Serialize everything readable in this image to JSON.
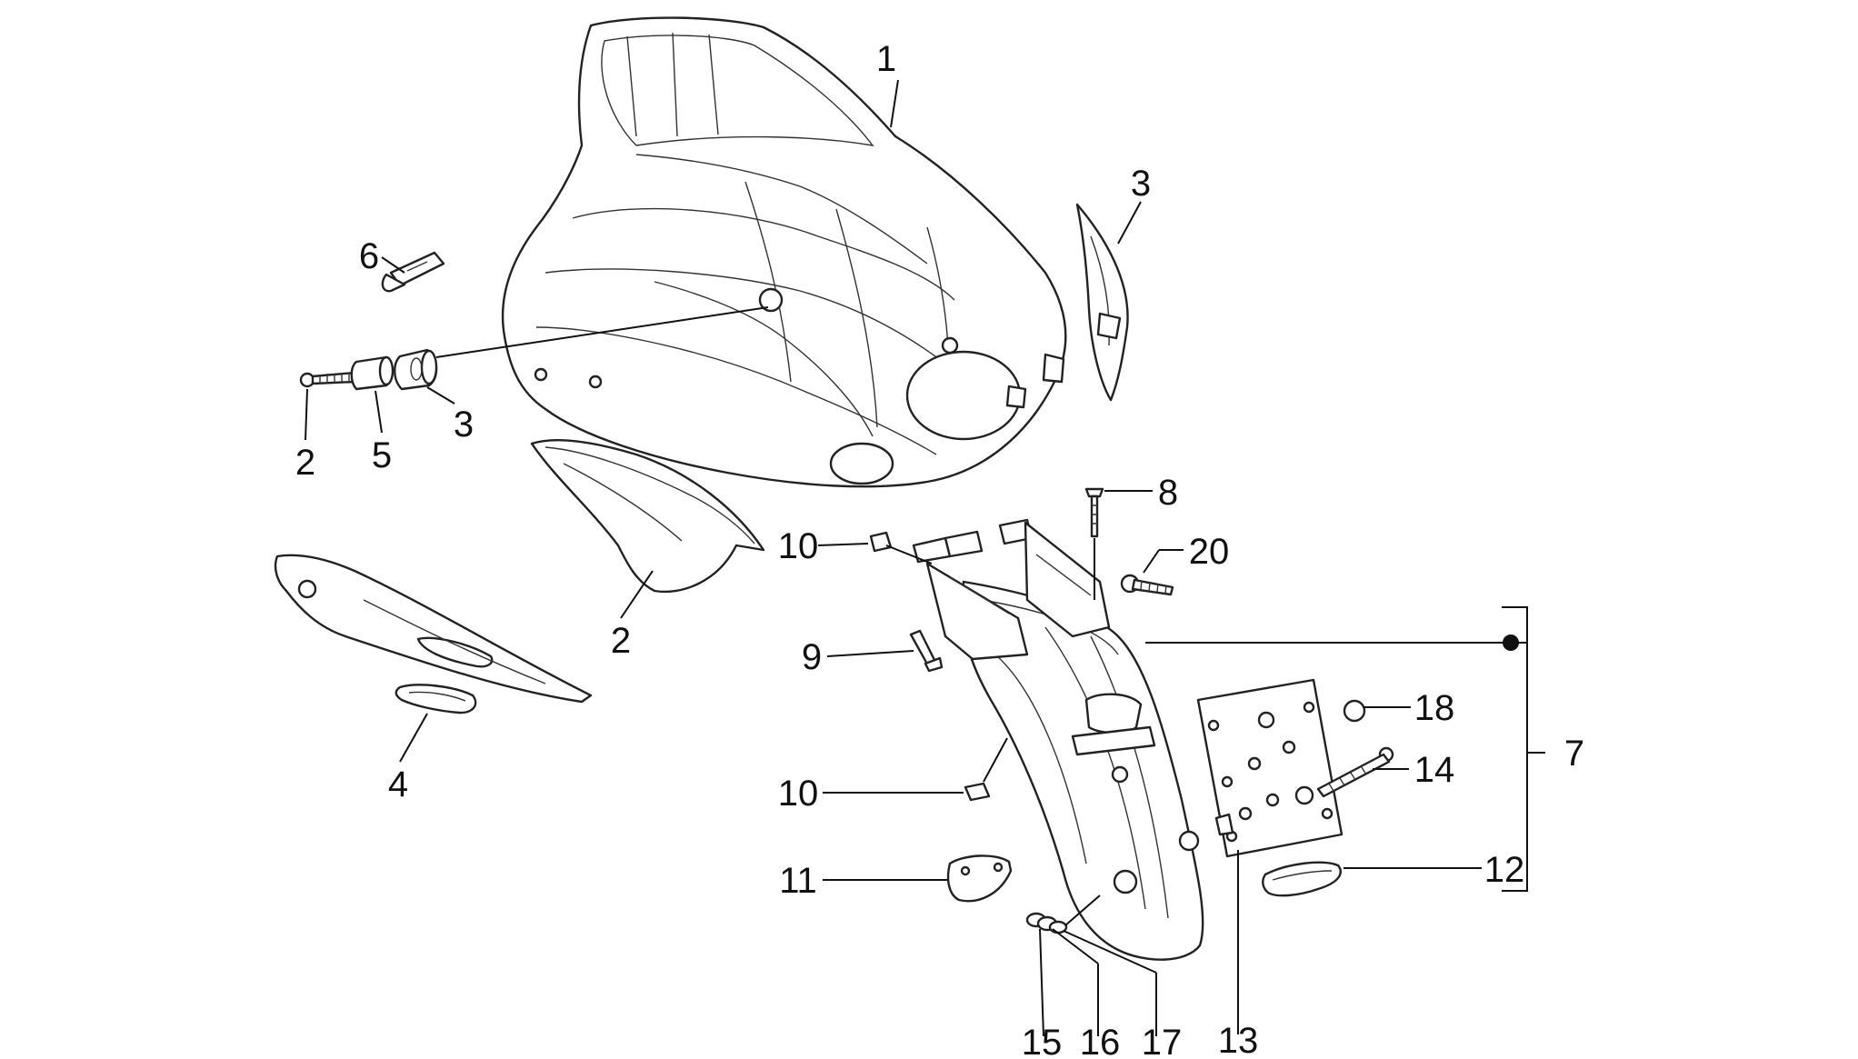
{
  "diagram": {
    "callouts": [
      {
        "id": "c1",
        "label": "1"
      },
      {
        "id": "c3a",
        "label": "3"
      },
      {
        "id": "c6",
        "label": "6"
      },
      {
        "id": "c2a",
        "label": "2"
      },
      {
        "id": "c5",
        "label": "5"
      },
      {
        "id": "c3b",
        "label": "3"
      },
      {
        "id": "c8",
        "label": "8"
      },
      {
        "id": "c10a",
        "label": "10"
      },
      {
        "id": "c20",
        "label": "20"
      },
      {
        "id": "c2b",
        "label": "2"
      },
      {
        "id": "c9",
        "label": "9"
      },
      {
        "id": "c18",
        "label": "18"
      },
      {
        "id": "c7",
        "label": "7"
      },
      {
        "id": "c4",
        "label": "4"
      },
      {
        "id": "c14",
        "label": "14"
      },
      {
        "id": "c10b",
        "label": "10"
      },
      {
        "id": "c11",
        "label": "11"
      },
      {
        "id": "c12",
        "label": "12"
      },
      {
        "id": "c15",
        "label": "15"
      },
      {
        "id": "c16",
        "label": "16"
      },
      {
        "id": "c17",
        "label": "17"
      },
      {
        "id": "c13",
        "label": "13"
      }
    ]
  }
}
